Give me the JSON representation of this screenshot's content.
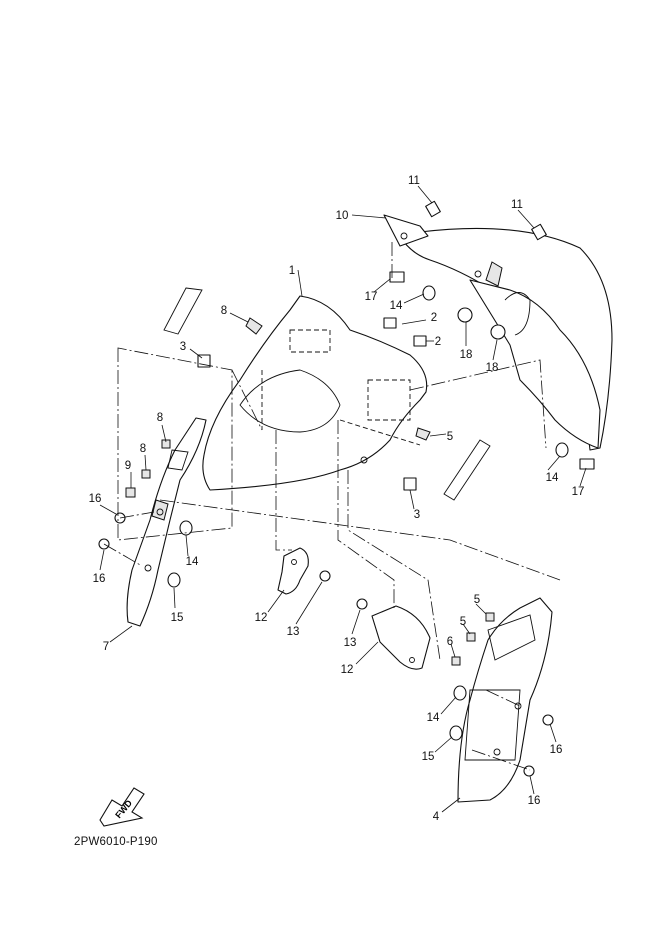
{
  "figure": {
    "reference_code": "2PW6010-P190",
    "fwd_label": "FWD"
  },
  "callouts": {
    "c1": "1",
    "c2a": "2",
    "c2b": "2",
    "c3a": "3",
    "c3b": "3",
    "c4": "4",
    "c5a": "5",
    "c5b": "5",
    "c5c": "5",
    "c6": "6",
    "c7": "7",
    "c8a": "8",
    "c8b": "8",
    "c8c": "8",
    "c9": "9",
    "c10": "10",
    "c11a": "11",
    "c11b": "11",
    "c12a": "12",
    "c12b": "12",
    "c13a": "13",
    "c13b": "13",
    "c14a": "14",
    "c14b": "14",
    "c14c": "14",
    "c14d": "14",
    "c15a": "15",
    "c15b": "15",
    "c16a": "16",
    "c16b": "16",
    "c16c": "16",
    "c16d": "16",
    "c17a": "17",
    "c17b": "17",
    "c18a": "18",
    "c18b": "18"
  }
}
